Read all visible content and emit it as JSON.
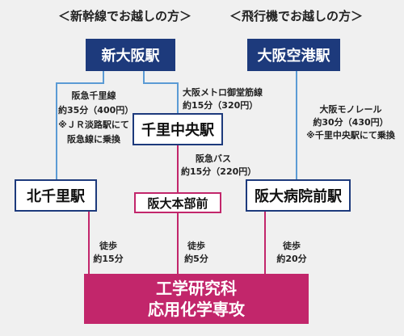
{
  "headers": {
    "shinkansen": "＜新幹線でお越しの方＞",
    "airplane": "＜飛行機でお越しの方＞"
  },
  "stations": {
    "shin_osaka": "新大阪駅",
    "osaka_airport": "大阪空港駅",
    "senri_chuo": "千里中央駅",
    "kita_senri": "北千里駅",
    "handai_honbumae": "阪大本部前",
    "handai_byoinmae": "阪大病院前駅"
  },
  "destination": {
    "line1": "工学研究科",
    "line2": "応用化学専攻"
  },
  "routes": {
    "hankyu_senri": [
      "阪急千里線",
      "約35分（400円）",
      "※ＪＲ淡路駅にて",
      "阪急線に乗換"
    ],
    "midosuji": [
      "大阪メトロ御堂筋線",
      "約15分（320円）"
    ],
    "hankyu_bus": [
      "阪急バス",
      "約15分（220円）"
    ],
    "monorail": [
      "大阪モノレール",
      "約30分（430円）",
      "※千里中央駅にて乗換"
    ],
    "walk_kita_senri": [
      "徒歩",
      "約15分"
    ],
    "walk_honbumae": [
      "徒歩",
      "約5分"
    ],
    "walk_byoinmae": [
      "徒歩",
      "約20分"
    ]
  },
  "colors": {
    "navy": "#1d3a7c",
    "rail_line": "#5b9bd5",
    "magenta": "#c2266b",
    "background": "#f0f0f0"
  }
}
